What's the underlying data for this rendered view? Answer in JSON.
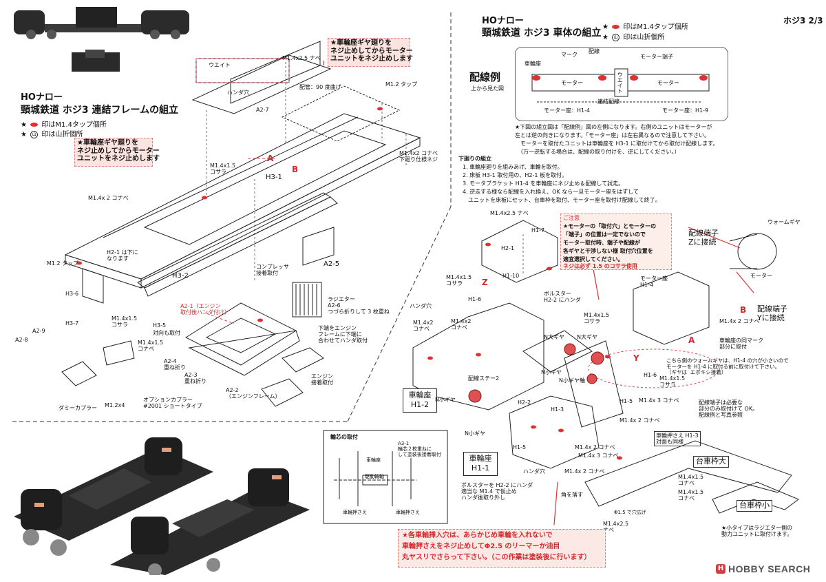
{
  "page_number": "ホジ3 2/3",
  "left": {
    "brand": "HOナロー",
    "title": "頸城鉄道 ホジ3 連結フレームの組立",
    "legend_tap": "印はM1.4タップ個所",
    "legend_fold": "印は山折個所",
    "note_motor_top": "★車輪座ギヤ廻りを\nネジ止めしてからモーター\nユニットをネジ止めします",
    "note_motor_mid": "★車輪座ギヤ廻りを\nネジ止めしてからモーター\nユニットをネジ止めします",
    "labels": {
      "weight": "ウエイト",
      "m14x25": "M1.4x2.5 ナベ",
      "solder_hole": "ハンダ穴",
      "a27": "A2-7",
      "config": "配管：90 度曲げ",
      "m12tap_top": "M1.2 タップ",
      "m14x2_right": "M1.4x2 コナベ\n下廻り仕様ネジ",
      "m14x15_sara": "M1.4x1.5\nコサラ",
      "a_mark": "A",
      "b_mark": "B",
      "h31": "H3-1",
      "m14x2_left": "M1.4x 2 コナベ",
      "h21": "H2-1 は下に\nなります",
      "m12tap_left": "M1.2 タップ",
      "h32": "H3-2",
      "a25": "A2-5",
      "compressor": "コンプレッサ\n接着取付",
      "radiator": "ラジエター\nA2-6\nつづら折りして 3 枚重ね",
      "a21_note": "A2-1（エンジン\n取付後ハンダ付け）",
      "lower_edge": "下端をエンジン\nフレームに下端に\n合わせてハンダ取付",
      "h36": "H3-6",
      "h37": "H3-7",
      "h35": "H3-5",
      "taiko": "対向も取付",
      "m14x15_kosara": "M1.4x1.5\nコサラ",
      "m14x15_konabe": "M1.4x1.5\nコナベ",
      "a28": "A2-8",
      "a29": "A2-9",
      "a24": "A2-4\n重ね折り",
      "a23": "A2-3\n重ね折り",
      "a22": "A2-2\n（エンジンフレーム）",
      "engine": "エンジン\n接着取付",
      "dummy_coupler": "ダミーカプラー",
      "m12x4": "M1.2x4",
      "option_coupler": "オプションカプラー\n#2001 ショートタイプ"
    }
  },
  "right": {
    "brand": "HOナロー",
    "title": "頸城鉄道 ホジ3 車体の組立",
    "legend_tap": "印はM1.4タップ個所",
    "legend_fold": "印は山折個所",
    "wiring": {
      "title": "配線例",
      "subtitle": "上から見た図",
      "wheel_seat": "車輪座",
      "mark": "マーク",
      "wiring": "配線",
      "motor_terminal": "モーター端子",
      "weight": "ウエイト",
      "motor_a": "モーター",
      "motor_b": "モーター",
      "connect_wire": "連結配線",
      "motor_seat_h14": "モーター座：H1-4",
      "motor_seat_h19": "モーター座：H1-9"
    },
    "notes": [
      "★下図の組立図は「配線例」図の左側になります。右側のユニットはモーターが",
      "左とは逆の向きになります。「モーター座」は左右異なるので注意して下さい。",
      "モーターを取付たユニットは車輪座を H3-1 に取付けてから取付け配線します。",
      "（万一逆転する場合は、配線の取り付けを、逆にしてください。）"
    ],
    "assembly_title": "下廻りの組立",
    "assembly_steps": [
      "1. 車輪座廻りを組みあげ、車輪を取付。",
      "2. 床板 H3-1 取付用の、H2-1 板を取付。",
      "3. モータブラケット H1-4 を車輪座にネジ止め＆配線して試走。",
      "4. 逆走する様なら配線を入れ換え、OK なら一旦モーター座をはずして",
      "ユニットを床板にセット、台車枠を取付、モーター座を取付け配線して終了。"
    ],
    "caution": {
      "head": "ご注意",
      "l1": "★モーターの「取付穴」とモーターの",
      "l2": "「端子」の位置は一定でないので",
      "l3": "モーター取付時、端子や配線が",
      "l4": "各ギヤと干渉しない様 取付穴位置を",
      "l5": "適宜選択してください。",
      "l6": "ネジは必ず 1.5 のコサラ使用"
    },
    "labels": {
      "m14x25_top": "M1.4x2.5 ナベ",
      "h17": "H1-7",
      "h21": "H2-1",
      "h110": "H1-10",
      "z_mark": "Z",
      "h16_top": "H1-6",
      "m14x15_kosara": "M1.4x1.5\nコサラ",
      "bolster": "ボルスター\nH2-2 にハンダ",
      "m14x2_konabe": "M1.4x2\nコナベ",
      "solder_hole_a": "ハンダ穴",
      "m14x2_konabe2": "M1.4x2\nコナベ",
      "wiring_terminal_z": "配線端子\nZに接続",
      "worm_gear": "ウォームギヤ",
      "motor_seat_h14": "モーター座\nH1-4",
      "motor": "モーター",
      "wiring_terminal_y": "配線端子\nYに接続",
      "m14x15_kosara2": "M1.4x1.5\nコサラ",
      "m14x2_konabe3": "M1.4x 2 コナベ",
      "n_big_gear": "N大ギヤ",
      "n_big_gear2": "N大ギヤ",
      "a_mark": "A",
      "b_mark": "B",
      "same_mark": "車輪座の同マーク\n部分に取付",
      "worm_note": "こちら側のウォームギヤは、H1-4 の穴が小さいので\nモーターを H1-4 に取付る前に取付けて下さい。\n（ギヤは  エポキシ接着）",
      "wheel_seat_h12": "車輪座\nH1-2",
      "n_small_gear": "N小ギヤ",
      "n_small_gear2": "N小ギヤ",
      "n_small_gear3": "N小ギヤ軸",
      "n_small_gear4": "N小ギヤ",
      "wiring_stay": "配線ステー2",
      "y_mark": "Y",
      "h16": "H1-6",
      "m14x15_kosara3": "M1.4x1.5\nコサラ",
      "m14x3_konabe": "M1.4x 3 コナベ",
      "h15": "H1-5",
      "m14x2_konabe4": "M1.4x 2 コナベ",
      "wiring_terminal_note": "配線端子は必要な\n部分のみ取付けて OK。\n配線例と写真参照",
      "h22": "H2-2",
      "h13": "H1-3",
      "h15b": "H1-5",
      "wheel_seat_h11": "車輪座\nH1-1",
      "solder_hole_b": "ハンダ穴",
      "wheel_press": "車輪押さえ H1-3\n対面も同様",
      "m14x2_konabe5": "M1.4x 2 コナベ",
      "m14x3_konabe2": "M1.4x 3 コナベ",
      "m14x2_konabe6": "M1.4x 2 コナベ",
      "bogie_large": "台車枠大",
      "m14x15_konabe": "M1.4x1.5\nコナベ",
      "m14x15_konabe2": "M1.4x1.5\nコナベ",
      "bolster_note": "ボルスターを H2-2 にハンダ\n適当な M1.4 で仮止め\nハンダ後取り外し",
      "corner": "角を落す",
      "hole15": "Φ1.5 で穴広げ",
      "m14x25_nabe": "M1.4x2.5\nナベ",
      "bogie_small": "台車枠小",
      "small_type_note": "★小タイプはラジエター側の\n動力ユニットに取付けます。"
    },
    "axle": {
      "title": "輪芯の取付",
      "a31": "A3-1\n輪芯２枚重ねに\nして塗装後接着取付",
      "wheel_seat": "車輪座",
      "drive_axle": "駆動輪軸",
      "wheel_press_l": "車輪押さえ",
      "wheel_press_r": "車輪押さえ"
    },
    "footer": {
      "l1": "★各車軸挿入穴は、あらかじめ車輪を入れないで",
      "l2": "車輪押さえをネジ止めしてΦ2.5 のリーマーか油目",
      "l3": "丸ヤスリでさらって下さい。（この作業は塗装後に行います）"
    }
  },
  "watermark": "HOBBY SEARCH"
}
